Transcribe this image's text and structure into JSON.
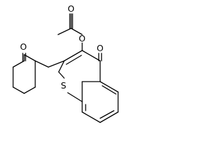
{
  "molecule": {
    "atoms": {
      "ketone_oxygen": "O",
      "ester_oxygen": "O",
      "acetyl_oxygen": "O",
      "carbonyl_oxygen": "O",
      "sulfur": "S"
    }
  },
  "colors": {
    "bond": "#000000",
    "label": "#000000",
    "background": "#ffffff"
  }
}
